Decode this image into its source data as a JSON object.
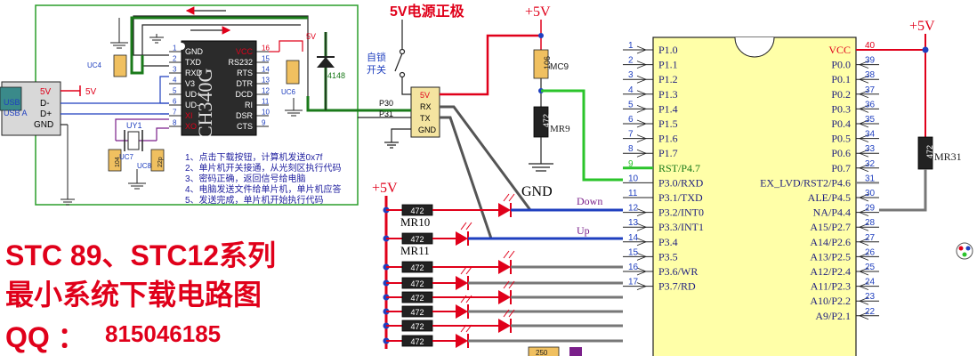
{
  "power": {
    "title": "5V电源正极",
    "plus5v": "+5V",
    "switch_label_1": "自锁",
    "switch_label_2": "开关",
    "gnd": "GND"
  },
  "usb": {
    "label_1": "USB",
    "label_2": "USB A",
    "pins": [
      "5V",
      "D-",
      "D+",
      "GND"
    ],
    "net_5v": "5V"
  },
  "ch340": {
    "name": "CH340G",
    "left_pins": [
      "GND",
      "TXD",
      "RXD",
      "V3",
      "UD+",
      "UD-",
      "XI",
      "XO"
    ],
    "left_nums": [
      "1",
      "2",
      "3",
      "4",
      "5",
      "6",
      "7",
      "8"
    ],
    "right_pins": [
      "VCC",
      "RS232",
      "RTS",
      "DTR",
      "DCD",
      "RI",
      "DSR",
      "CTS"
    ],
    "right_nums": [
      "16",
      "15",
      "14",
      "13",
      "12",
      "11",
      "10",
      "9"
    ],
    "net_5v": "5V",
    "diode": "4148",
    "caps": [
      "UC4",
      "UC6",
      "UC7",
      "UC8"
    ],
    "crystal": "UY1",
    "cap_value_1": "104",
    "cap_value_2": "22p"
  },
  "notes": [
    "1、点击下载按钮，计算机发送0x7f",
    "2、单片机开关接通，从光刻区执行代码",
    "3、密码正确，返回信号给电脑",
    "4、电脑发送文件给单片机，单片机应答",
    "5、发送完成，单片机开始执行代码"
  ],
  "header": {
    "pins": [
      "5V",
      "RX",
      "TX",
      "GND"
    ],
    "p30": "P30",
    "p31": "P31"
  },
  "reset": {
    "cap": "106",
    "cap_name": "MC9",
    "res": "472",
    "res_name": "MR9",
    "gnd": "GND"
  },
  "leds": {
    "plus5v": "+5V",
    "res_value": "472",
    "r10": "MR10",
    "r11": "MR11",
    "down": "Down",
    "up": "Up",
    "bottom_res": "250"
  },
  "mcu": {
    "left": [
      {
        "num": "1",
        "name": "P1.0"
      },
      {
        "num": "2",
        "name": "P1.1"
      },
      {
        "num": "3",
        "name": "P1.2"
      },
      {
        "num": "4",
        "name": "P1.3"
      },
      {
        "num": "5",
        "name": "P1.4"
      },
      {
        "num": "6",
        "name": "P1.5"
      },
      {
        "num": "7",
        "name": "P1.6"
      },
      {
        "num": "8",
        "name": "P1.7"
      },
      {
        "num": "9",
        "name": "RST/P4.7"
      },
      {
        "num": "10",
        "name": "P3.0/RXD"
      },
      {
        "num": "11",
        "name": "P3.1/TXD"
      },
      {
        "num": "12",
        "name": "P3.2/INT0"
      },
      {
        "num": "13",
        "name": "P3.3/INT1"
      },
      {
        "num": "14",
        "name": "P3.4"
      },
      {
        "num": "15",
        "name": "P3.5"
      },
      {
        "num": "16",
        "name": "P3.6/WR"
      },
      {
        "num": "17",
        "name": "P3.7/RD"
      }
    ],
    "right": [
      {
        "num": "40",
        "name": "VCC"
      },
      {
        "num": "39",
        "name": "P0.0"
      },
      {
        "num": "38",
        "name": "P0.1"
      },
      {
        "num": "37",
        "name": "P0.2"
      },
      {
        "num": "36",
        "name": "P0.3"
      },
      {
        "num": "35",
        "name": "P0.4"
      },
      {
        "num": "34",
        "name": "P0.5"
      },
      {
        "num": "33",
        "name": "P0.6"
      },
      {
        "num": "32",
        "name": "P0.7"
      },
      {
        "num": "31",
        "name": "EX_LVD/RST2/P4.6"
      },
      {
        "num": "30",
        "name": "ALE/P4.5"
      },
      {
        "num": "29",
        "name": "NA/P4.4"
      },
      {
        "num": "28",
        "name": "A15/P2.7"
      },
      {
        "num": "27",
        "name": "A14/P2.6"
      },
      {
        "num": "26",
        "name": "A13/P2.5"
      },
      {
        "num": "25",
        "name": "A12/P2.4"
      },
      {
        "num": "24",
        "name": "A11/P2.3"
      },
      {
        "num": "23",
        "name": "A10/P2.2"
      },
      {
        "num": "22",
        "name": "A9/P2.1"
      }
    ],
    "plus5v": "+5V",
    "res": "472",
    "res_name": "MR31"
  },
  "title": {
    "line1": "STC 89、STC12系列",
    "line2": "最小系统下载电路图",
    "qq_label": "QQ ：",
    "qq_number": "815046185"
  }
}
